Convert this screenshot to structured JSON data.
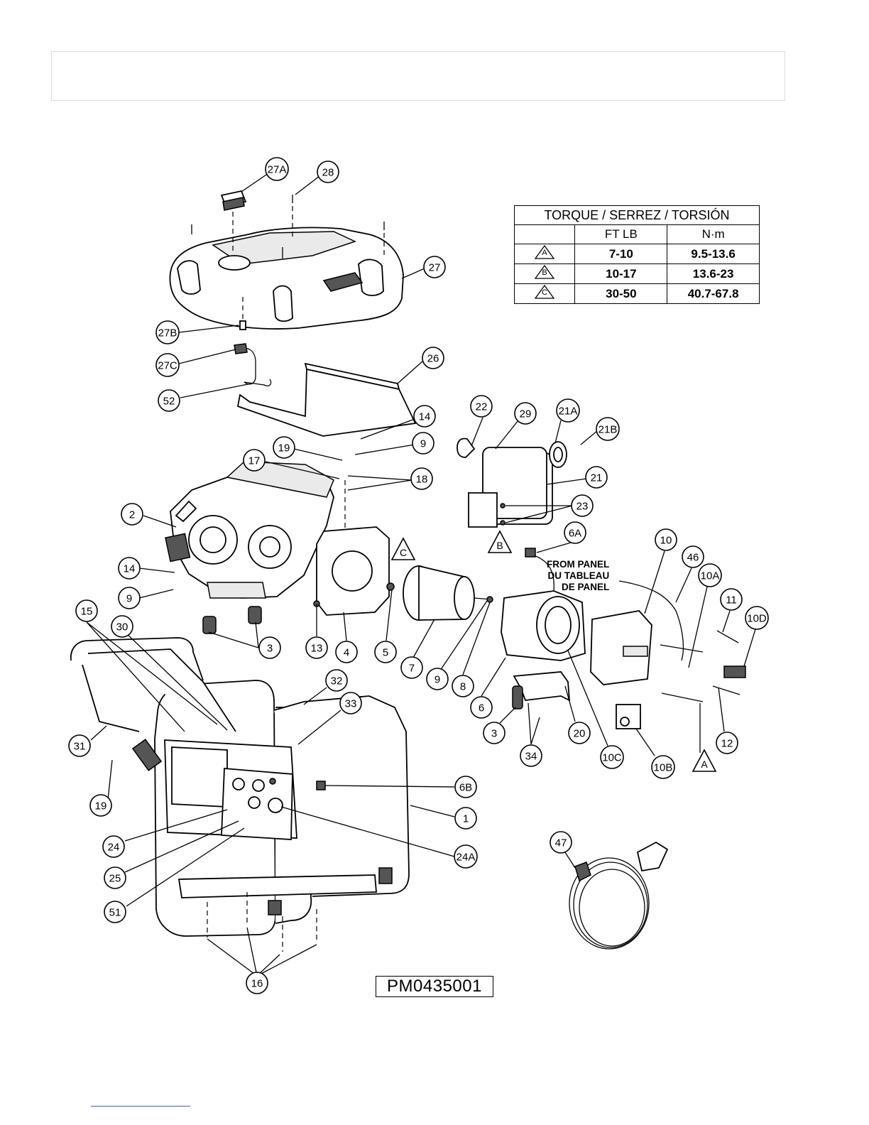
{
  "part_number": "PM0435001",
  "torque_table": {
    "title": "TORQUE / SERREZ / TORSIÓN",
    "col_headers": [
      "",
      "FT LB",
      "N·m"
    ],
    "rows": [
      {
        "mark": "A",
        "ft_lb": "7-10",
        "nm": "9.5-13.6"
      },
      {
        "mark": "B",
        "ft_lb": "10-17",
        "nm": "13.6-23"
      },
      {
        "mark": "C",
        "ft_lb": "30-50",
        "nm": "40.7-67.8"
      }
    ]
  },
  "panel_note": {
    "line1": "FROM PANEL",
    "line2": "DU TABLEAU",
    "line3": "DE PANEL"
  },
  "callouts": [
    "27A",
    "28",
    "27",
    "27B",
    "27C",
    "52",
    "26",
    "22",
    "29",
    "21A",
    "21B",
    "21",
    "23",
    "14",
    "9",
    "19",
    "17",
    "18",
    "2",
    "14",
    "9",
    "3",
    "13",
    "4",
    "5",
    "7",
    "9",
    "8",
    "6",
    "6A",
    "10",
    "46",
    "10A",
    "11",
    "10D",
    "12",
    "10B",
    "10C",
    "20",
    "34",
    "3",
    "15",
    "30",
    "31",
    "19",
    "32",
    "33",
    "6B",
    "1",
    "24",
    "24A",
    "25",
    "51",
    "16",
    "47"
  ],
  "torque_marks": [
    "C",
    "B",
    "A"
  ]
}
